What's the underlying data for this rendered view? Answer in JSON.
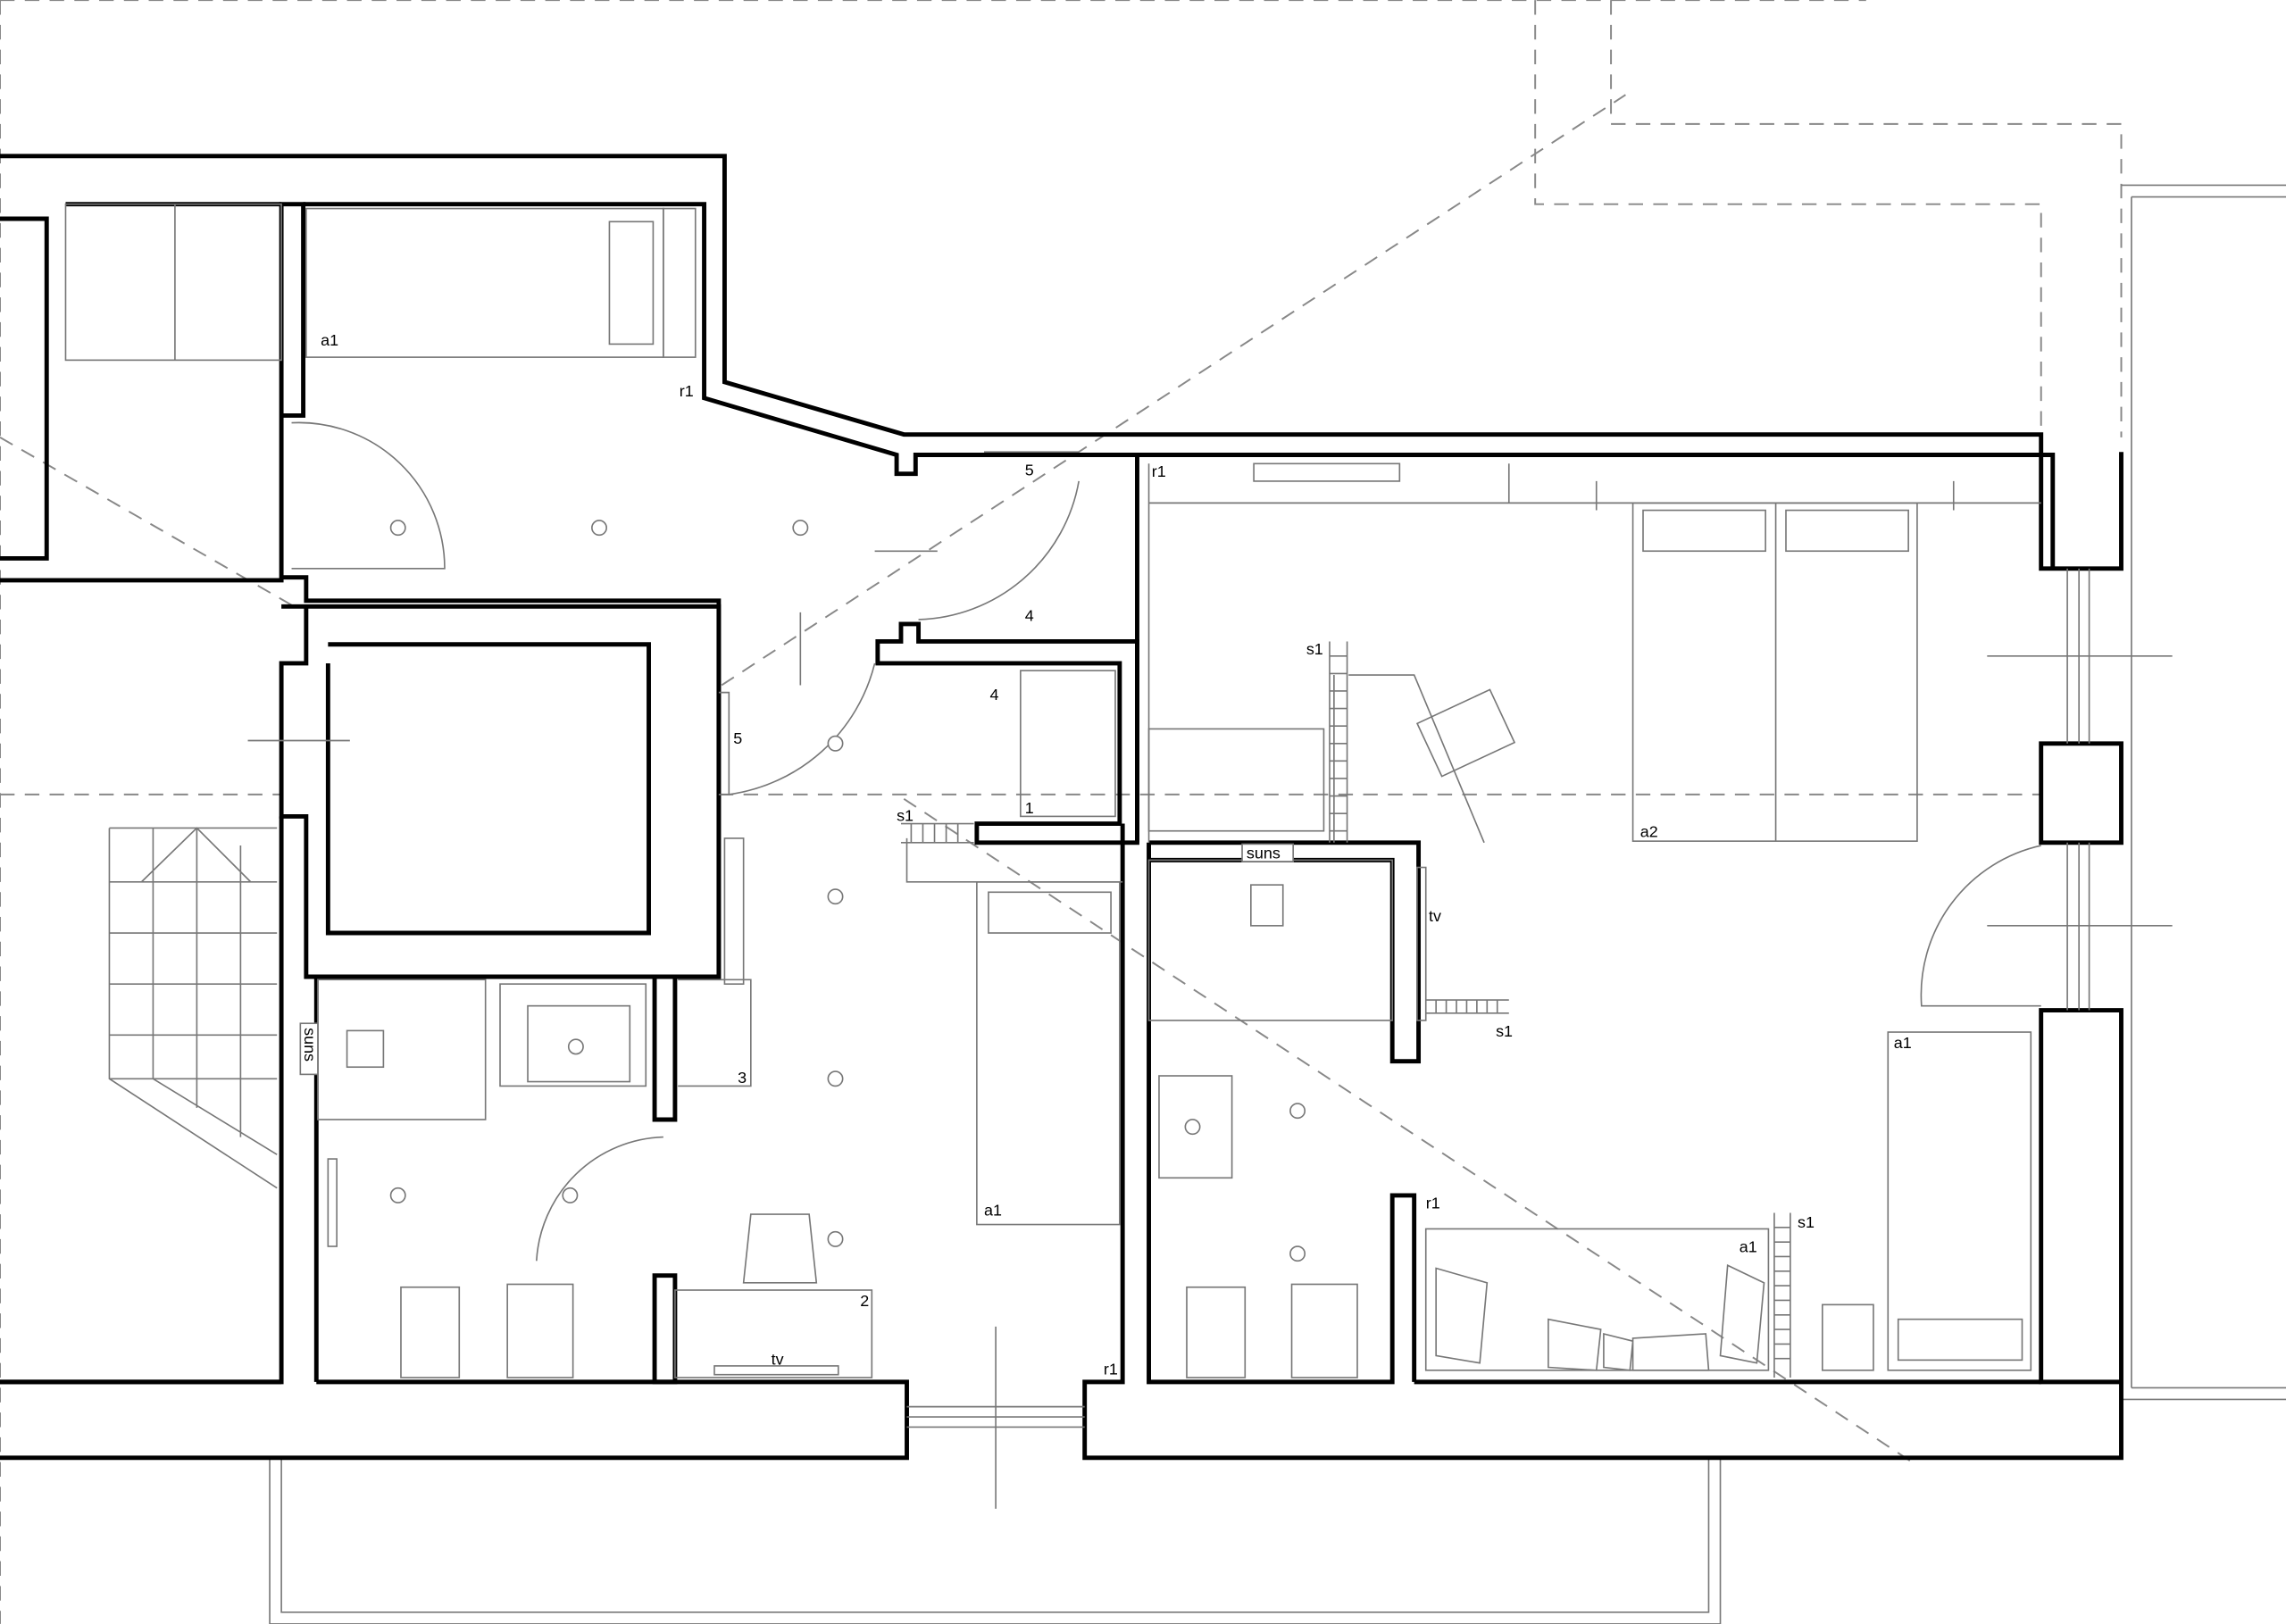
{
  "plan": {
    "labels": {
      "a1_top": "a1",
      "r1_top": "r1",
      "n5_top": "5",
      "r1_hall": "r1",
      "n4_top": "4",
      "n4_bottom": "4",
      "s1_center": "s1",
      "n5_left": "5",
      "n1": "1",
      "s1_left": "s1",
      "a2": "a2",
      "suns_right": "suns",
      "tv_right": "tv",
      "s1_tv": "s1",
      "suns_left": "suns",
      "n3": "3",
      "a1_right": "a1",
      "r1_right": "r1",
      "s1_sofa": "s1",
      "a1_sofa": "a1",
      "a1_middle": "a1",
      "n2": "2",
      "tv_left": "tv",
      "r1_bottom": "r1"
    }
  }
}
